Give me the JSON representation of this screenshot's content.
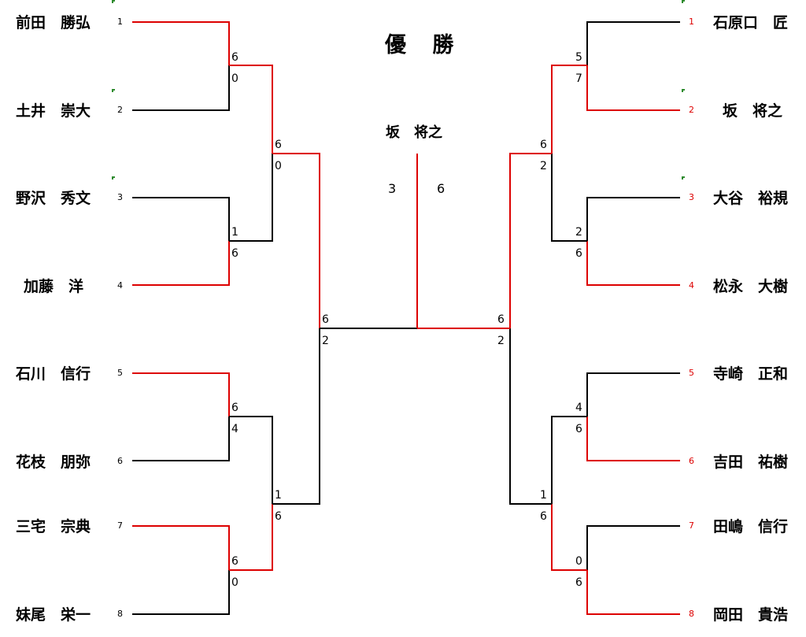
{
  "colors": {
    "win": "#dd0000",
    "lose": "#000000",
    "tick": "#2e8b2e"
  },
  "title": "優 勝",
  "champion": "坂　将之",
  "final": {
    "left_score": "3",
    "right_score": "6"
  },
  "left_players": [
    {
      "seed": "1",
      "name": "前田　勝弘"
    },
    {
      "seed": "2",
      "name": "土井　崇大"
    },
    {
      "seed": "3",
      "name": "野沢　秀文"
    },
    {
      "seed": "4",
      "name": "加藤　洋"
    },
    {
      "seed": "5",
      "name": "石川　信行"
    },
    {
      "seed": "6",
      "name": "花枝　朋弥"
    },
    {
      "seed": "7",
      "name": "三宅　宗典"
    },
    {
      "seed": "8",
      "name": "妹尾　栄一"
    }
  ],
  "right_players": [
    {
      "seed": "1",
      "name": "石原口　匠"
    },
    {
      "seed": "2",
      "name": "坂　将之"
    },
    {
      "seed": "3",
      "name": "大谷　裕規"
    },
    {
      "seed": "4",
      "name": "松永　大樹"
    },
    {
      "seed": "5",
      "name": "寺崎　正和"
    },
    {
      "seed": "6",
      "name": "吉田　祐樹"
    },
    {
      "seed": "7",
      "name": "田嶋　信行"
    },
    {
      "seed": "8",
      "name": "岡田　貴浩"
    }
  ],
  "scores": {
    "l_r1_m1": [
      "6",
      "0"
    ],
    "l_r1_m2": [
      "1",
      "6"
    ],
    "l_r1_m3": [
      "6",
      "4"
    ],
    "l_r1_m4": [
      "6",
      "0"
    ],
    "l_r2_m1": [
      "6",
      "0"
    ],
    "l_r2_m2": [
      "1",
      "6"
    ],
    "l_sf": [
      "6",
      "2"
    ],
    "r_r1_m1": [
      "5",
      "7"
    ],
    "r_r1_m2": [
      "2",
      "6"
    ],
    "r_r1_m3": [
      "4",
      "6"
    ],
    "r_r1_m4": [
      "0",
      "6"
    ],
    "r_r2_m1": [
      "6",
      "2"
    ],
    "r_r2_m2": [
      "1",
      "6"
    ],
    "r_sf": [
      "6",
      "2"
    ]
  }
}
